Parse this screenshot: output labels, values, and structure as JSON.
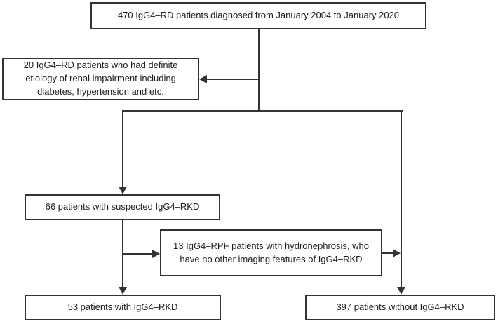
{
  "diagram": {
    "type": "flowchart",
    "nodes": {
      "total": {
        "text": "470 IgG4–RD patients diagnosed from January 2004 to January 2020"
      },
      "excluded_etiology": {
        "text": "20 IgG4–RD patients who had definite etiology of renal impairment including diabetes, hypertension and etc."
      },
      "suspected": {
        "text": "66 patients with suspected IgG4–RKD"
      },
      "rpf": {
        "text": "13 IgG4–RPF patients with hydronephrosis, who have no other imaging features of IgG4–RKD"
      },
      "with_rkd": {
        "text": "53 patients with IgG4–RKD"
      },
      "without_rkd": {
        "text": "397 patients without IgG4–RKD"
      }
    },
    "edges": [
      {
        "from": "total",
        "to": "excluded_etiology"
      },
      {
        "from": "total",
        "to": "suspected"
      },
      {
        "from": "total",
        "to": "without_rkd"
      },
      {
        "from": "suspected",
        "to": "rpf"
      },
      {
        "from": "suspected",
        "to": "with_rkd"
      },
      {
        "from": "rpf",
        "to": "without_rkd"
      }
    ],
    "colors": {
      "line": "#333333",
      "text": "#1c1c1c",
      "background": "#ffffff"
    }
  }
}
